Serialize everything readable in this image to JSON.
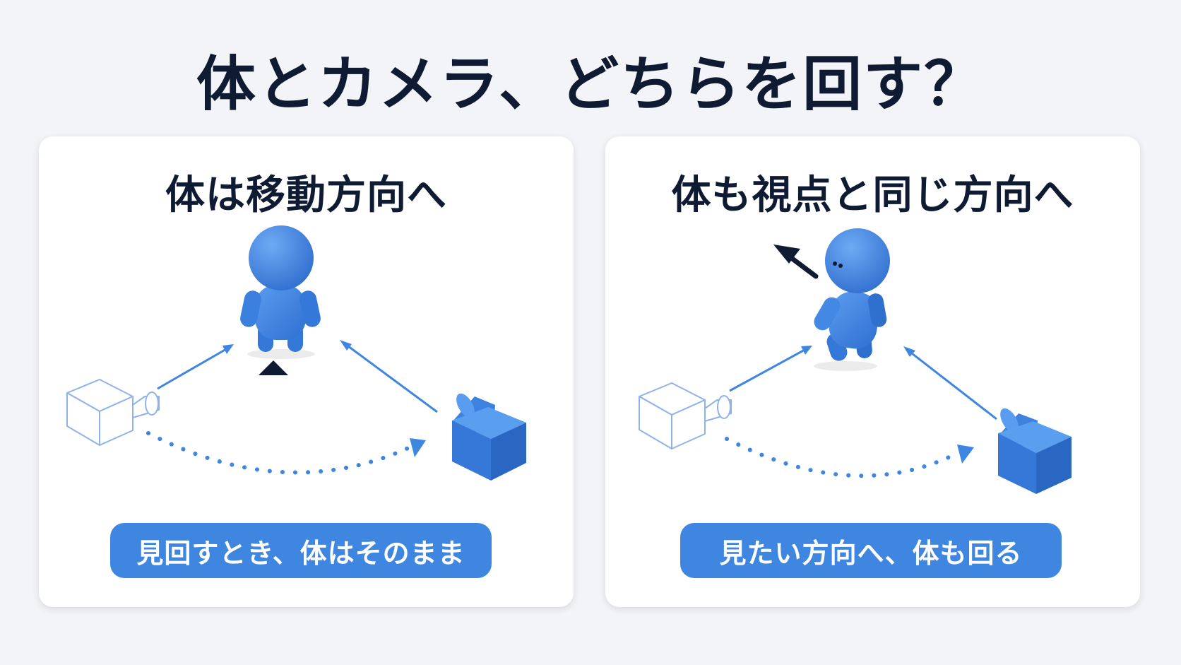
{
  "title": "体とカメラ、どちらを回す？",
  "panels": [
    {
      "heading": "体は移動方向へ",
      "caption": "見回すとき、体はそのまま",
      "icons": [
        "character-front-icon",
        "facing-marker-triangle-icon",
        "camera-outline-icon",
        "camera-solid-icon",
        "dotted-orbit-arrow-icon"
      ]
    },
    {
      "heading": "体も視点と同じ方向へ",
      "caption": "見たい方向へ、体も回る",
      "icons": [
        "character-turned-icon",
        "view-direction-arrow-icon",
        "camera-outline-icon",
        "camera-solid-icon",
        "dotted-orbit-arrow-icon"
      ]
    }
  ],
  "colors": {
    "accent": "#3f86e1",
    "figure": "#3a7fdc",
    "title": "#0f1a33",
    "background": "#f3f4f7"
  }
}
